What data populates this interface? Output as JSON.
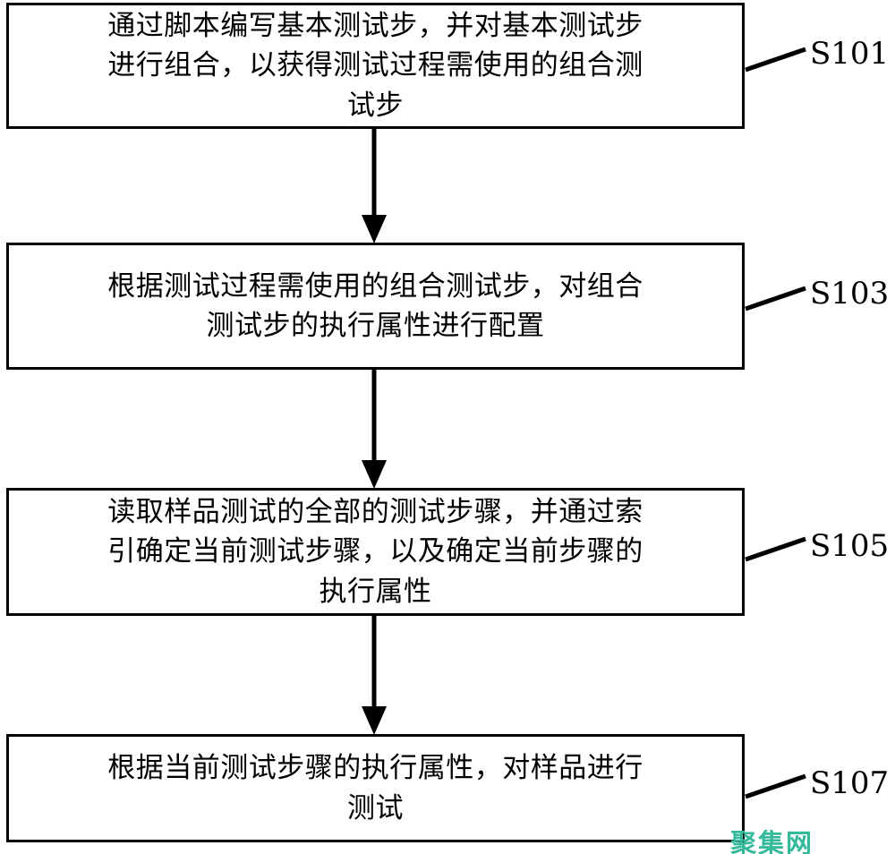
{
  "diagram": {
    "type": "flowchart",
    "orientation": "vertical",
    "title": "",
    "steps": [
      {
        "id": "S101",
        "label": "S101",
        "text": "通过脚本编写基本测试步，并对基本测试步\n进行组合，以获得测试过程需使用的组合测\n试步",
        "lines": [
          "通过脚本编写基本测试步，并对基本测试步",
          "进行组合，以获得测试过程需使用的组合测",
          "试步"
        ]
      },
      {
        "id": "S103",
        "label": "S103",
        "text": "根据测试过程需使用的组合测试步，对组合\n测试步的执行属性进行配置",
        "lines": [
          "根据测试过程需使用的组合测试步，对组合",
          "测试步的执行属性进行配置"
        ]
      },
      {
        "id": "S105",
        "label": "S105",
        "text": "读取样品测试的全部的测试步骤，并通过索\n引确定当前测试步骤，以及确定当前步骤的\n执行属性",
        "lines": [
          "读取样品测试的全部的测试步骤，并通过索",
          "引确定当前测试步骤，以及确定当前步骤的",
          "执行属性"
        ]
      },
      {
        "id": "S107",
        "label": "S107",
        "text": "根据当前测试步骤的执行属性，对样品进行\n测试",
        "lines": [
          "根据当前测试步骤的执行属性，对样品进行",
          "测试"
        ]
      }
    ],
    "connectors": [
      {
        "from": "S101",
        "to": "S103",
        "style": "solid-arrow-down"
      },
      {
        "from": "S103",
        "to": "S105",
        "style": "solid-arrow-down"
      },
      {
        "from": "S105",
        "to": "S107",
        "style": "solid-arrow-down"
      }
    ]
  },
  "watermark": {
    "text": "聚集网",
    "color": "#34b99a"
  },
  "colors": {
    "line": "#000000",
    "background": "#ffffff",
    "watermark": "#34b99a"
  }
}
